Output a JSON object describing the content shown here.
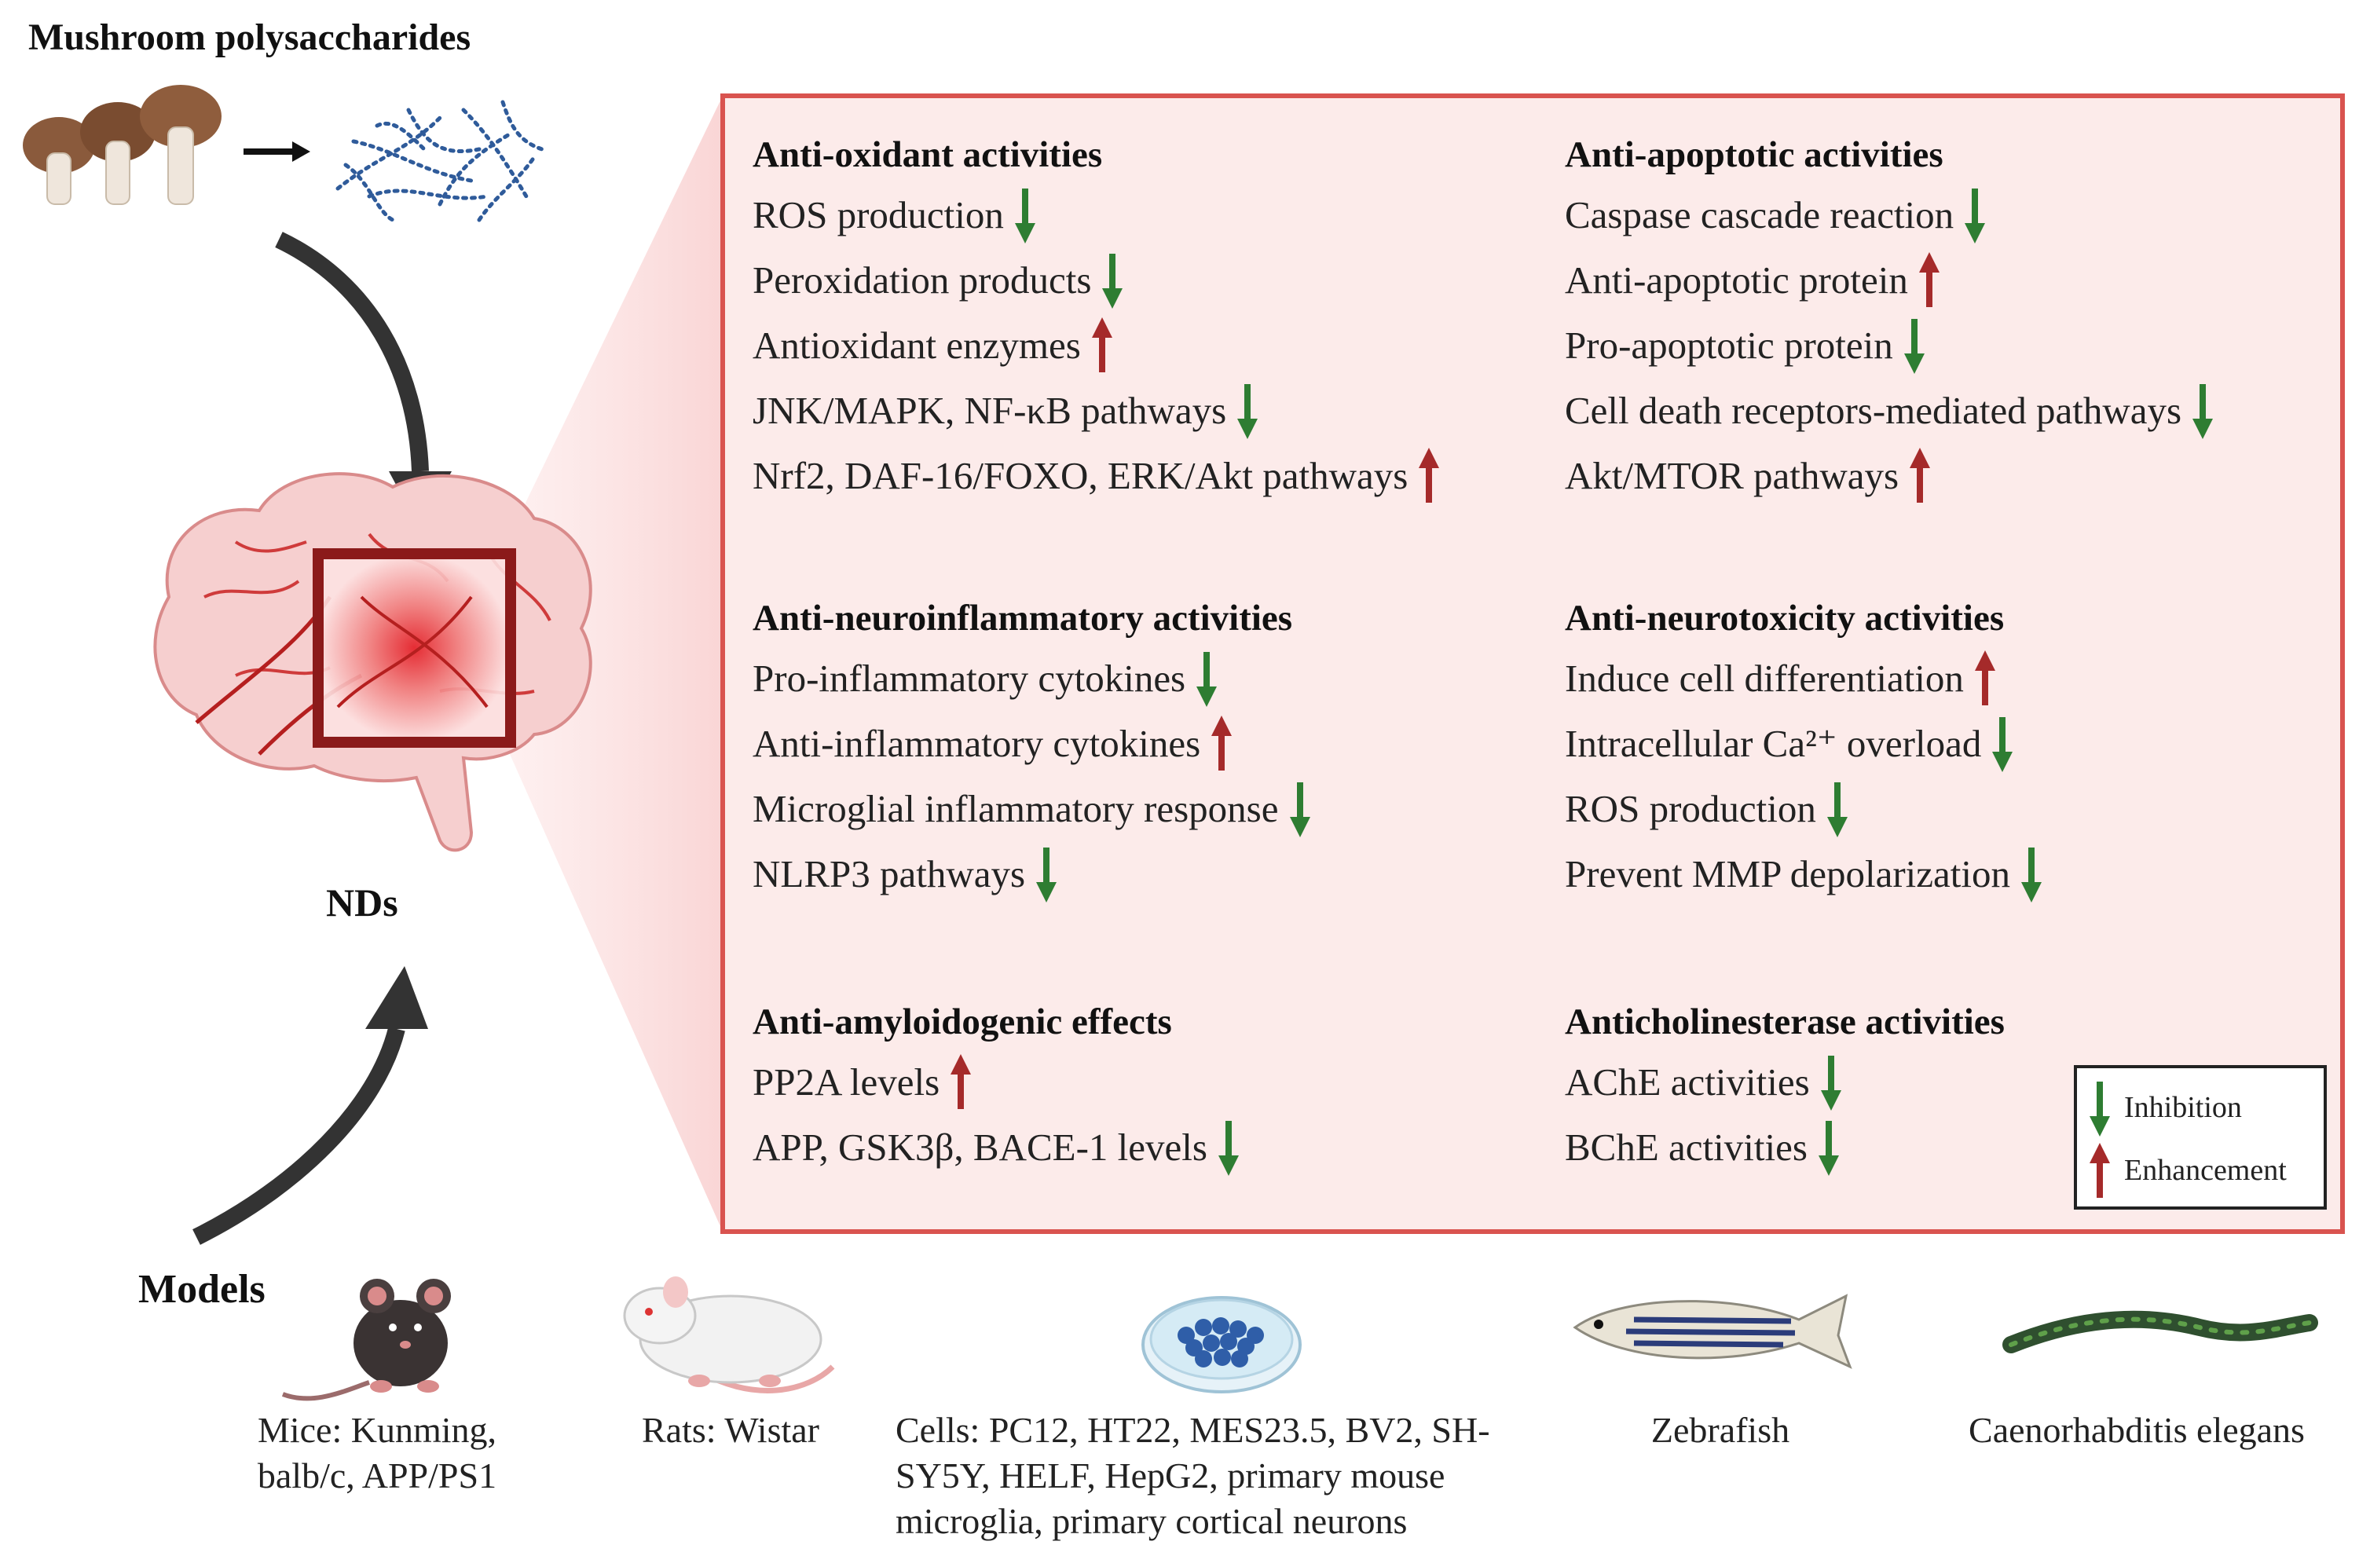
{
  "title": "Mushroom polysaccharides",
  "center_label": "NDs",
  "models_label": "Models",
  "panel": {
    "sections": [
      {
        "heading": "Anti-oxidant activities",
        "items": [
          {
            "text": "ROS production",
            "effect": "down"
          },
          {
            "text": "Peroxidation products",
            "effect": "down"
          },
          {
            "text": "Antioxidant enzymes",
            "effect": "up"
          },
          {
            "text": "JNK/MAPK, NF-κB pathways",
            "effect": "down"
          },
          {
            "text": "Nrf2, DAF-16/FOXO, ERK/Akt pathways",
            "effect": "up"
          }
        ]
      },
      {
        "heading": "Anti-apoptotic activities",
        "items": [
          {
            "text": "Caspase cascade reaction",
            "effect": "down"
          },
          {
            "text": "Anti-apoptotic protein",
            "effect": "up"
          },
          {
            "text": "Pro-apoptotic protein",
            "effect": "down"
          },
          {
            "text": "Cell death receptors-mediated pathways",
            "effect": "down"
          },
          {
            "text": "Akt/MTOR pathways",
            "effect": "up"
          }
        ]
      },
      {
        "heading": "Anti-neuroinflammatory activities",
        "items": [
          {
            "text": "Pro-inflammatory cytokines",
            "effect": "down"
          },
          {
            "text": "Anti-inflammatory cytokines",
            "effect": "up"
          },
          {
            "text": "Microglial inflammatory response",
            "effect": "down"
          },
          {
            "text": "NLRP3 pathways",
            "effect": "down"
          }
        ]
      },
      {
        "heading": "Anti-neurotoxicity activities",
        "items": [
          {
            "text": "Induce cell differentiation",
            "effect": "up"
          },
          {
            "text": "Intracellular Ca²⁺ overload",
            "effect": "down"
          },
          {
            "text": "ROS production",
            "effect": "down"
          },
          {
            "text": "Prevent MMP depolarization",
            "effect": "down"
          }
        ]
      },
      {
        "heading": "Anti-amyloidogenic effects",
        "items": [
          {
            "text": "PP2A levels",
            "effect": "up"
          },
          {
            "text": "APP, GSK3β, BACE-1 levels",
            "effect": "down"
          }
        ]
      },
      {
        "heading": "Anticholinesterase activities",
        "items": [
          {
            "text": "AChE  activities",
            "effect": "down"
          },
          {
            "text": "BChE  activities",
            "effect": "down"
          }
        ]
      }
    ]
  },
  "legend": {
    "inhibition": "Inhibition",
    "enhancement": "Enhancement"
  },
  "models": [
    {
      "label": "Mice: Kunming, balb/c, APP/PS1"
    },
    {
      "label": "Rats: Wistar"
    },
    {
      "label": "Cells: PC12, HT22, MES23.5, BV2, SH-SY5Y, HELF, HepG2, primary mouse microglia, primary cortical neurons"
    },
    {
      "label": "Zebrafish"
    },
    {
      "label": "Caenorhabditis elegans"
    }
  ],
  "colors": {
    "down_arrow": "#2e7d32",
    "up_arrow": "#a52a2a",
    "panel_border": "#d9534f",
    "panel_fill": "#fbe7e6",
    "brain_box": "#8b1a1a",
    "flow_arrow": "#333333"
  },
  "icons": [
    "mushroom-icon",
    "polysaccharide-network-icon",
    "brain-icon",
    "mouse-icon",
    "rat-icon",
    "petri-dish-icon",
    "zebrafish-icon",
    "worm-icon"
  ]
}
